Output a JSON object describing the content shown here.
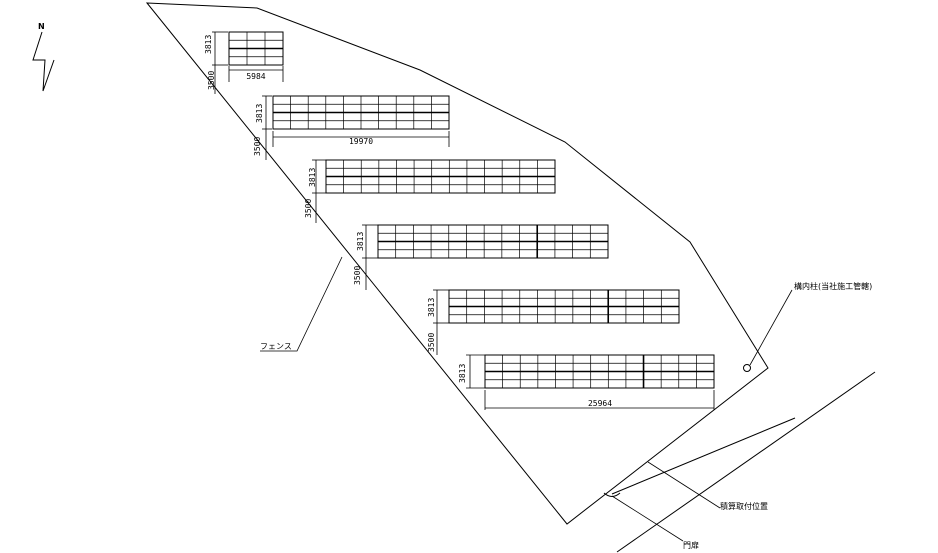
{
  "north": {
    "label": "N"
  },
  "arrays": [
    {
      "cols": 3,
      "rows": 4,
      "width_label": "5984",
      "height_label": "3813",
      "gap_label": "3500"
    },
    {
      "cols": 10,
      "rows": 4,
      "width_label": "19970",
      "height_label": "3813",
      "gap_label": "3500"
    },
    {
      "cols": 13,
      "rows": 4,
      "width_label": "",
      "height_label": "3813",
      "gap_label": "3500"
    },
    {
      "cols": 13,
      "rows": 4,
      "width_label": "",
      "height_label": "3813",
      "gap_label": "3500"
    },
    {
      "cols": 13,
      "rows": 4,
      "width_label": "",
      "height_label": "3813",
      "gap_label": "3500"
    },
    {
      "cols": 13,
      "rows": 4,
      "width_label": "25964",
      "height_label": "3813",
      "gap_label": ""
    }
  ],
  "labels": {
    "fence": "フェンス",
    "pole": "構内柱(当社施工管轄)",
    "gate": "門扉",
    "meter": "積算取付位置"
  }
}
